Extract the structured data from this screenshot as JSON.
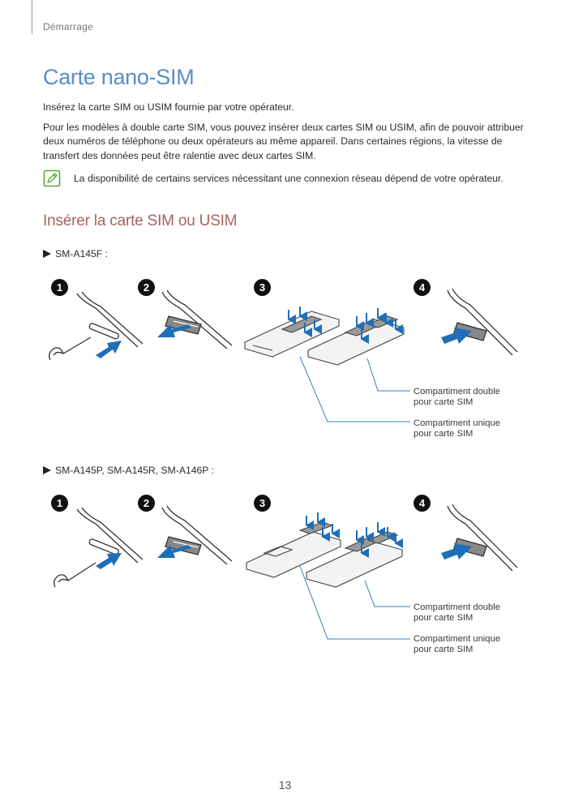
{
  "header": {
    "section": "Démarrage"
  },
  "title": "Carte nano-SIM",
  "paragraphs": [
    "Insérez la carte SIM ou USIM fournie par votre opérateur.",
    "Pour les modèles à double carte SIM, vous pouvez insérer deux cartes SIM ou USIM, afin de pouvoir attribuer deux numéros de téléphone ou deux opérateurs au même appareil. Dans certaines régions, la vitesse de transfert des données peut être ralentie avec deux cartes SIM."
  ],
  "note": {
    "icon": "note-pencil-icon",
    "text": "La disponibilité de certains services nécessitant une connexion réseau dépend de votre opérateur."
  },
  "subtitle": "Insérer la carte SIM ou USIM",
  "figures": [
    {
      "model": "SM-A145F :",
      "steps": [
        "1",
        "2",
        "3",
        "4"
      ],
      "callouts": {
        "dual": "Compartiment double\npour carte SIM",
        "single": "Compartiment unique\npour carte SIM"
      }
    },
    {
      "model": "SM-A145P, SM-A145R, SM-A146P :",
      "steps": [
        "1",
        "2",
        "3",
        "4"
      ],
      "callouts": {
        "dual": "Compartiment double\npour carte SIM",
        "single": "Compartiment unique\npour carte SIM"
      }
    }
  ],
  "colors": {
    "title": "#5b8dc6",
    "subtitle": "#a8625a",
    "note_icon": "#5aa83a",
    "arrow": "#1f6fb7",
    "leader": "#2f7fc1"
  },
  "page_number": "13"
}
